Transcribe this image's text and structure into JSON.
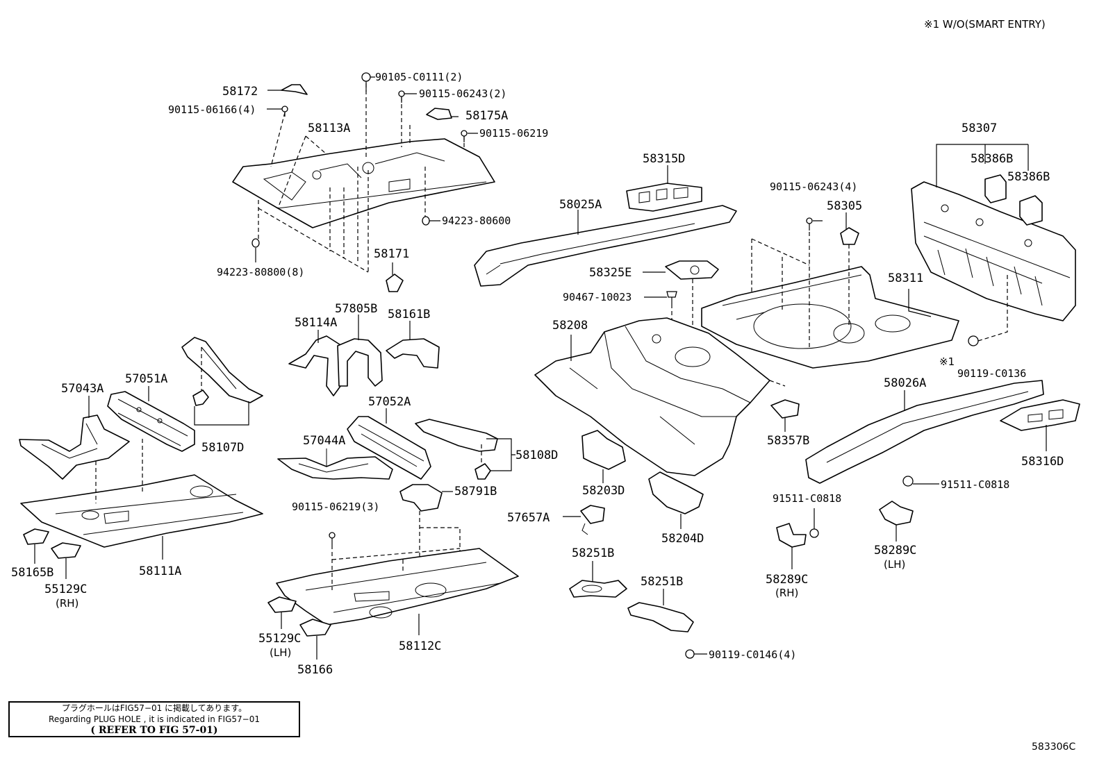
{
  "header_note": "※1 W/O(SMART ENTRY)",
  "figure_code": "583306C",
  "note": {
    "line_jp": "プラグホールはFIG57−01 に掲載してあります。",
    "line_en": "Regarding PLUG HOLE , it is indicated in FIG57−01",
    "reference": "( REFER TO FIG 57-01)"
  },
  "labels": {
    "p58172": "58172",
    "p90115_06166": "90115-06166(4)",
    "p90105_C0111": "90105-C0111(2)",
    "p90115_06243_2": "90115-06243(2)",
    "p58175A": "58175A",
    "p58113A": "58113A",
    "p90115_06219": "90115-06219",
    "p94223_80600": "94223-80600",
    "p94223_80800": "94223-80800(8)",
    "p58171": "58171",
    "p58315D": "58315D",
    "p58025A": "58025A",
    "p90115_06243_4": "90115-06243(4)",
    "p58305": "58305",
    "p58307": "58307",
    "p58386B_1": "58386B",
    "p58386B_2": "58386B",
    "p58325E": "58325E",
    "p90467_10023": "90467-10023",
    "p58311": "58311",
    "p58208": "58208",
    "p58114A": "58114A",
    "p57805B": "57805B",
    "p58161B": "58161B",
    "p57043A": "57043A",
    "p57051A": "57051A",
    "p58107D": "58107D",
    "p57052A": "57052A",
    "p57044A": "57044A",
    "p58108D": "58108D",
    "p58791B": "58791B",
    "p90115_06219_3": "90115-06219(3)",
    "p58203D": "58203D",
    "p57657A": "57657A",
    "p58204D": "58204D",
    "p58357B": "58357B",
    "p_note1": "※1",
    "p90119_C0136": "90119-C0136",
    "p58026A": "58026A",
    "p58316D": "58316D",
    "p91511_C0818_a": "91511-C0818",
    "p91511_C0818_b": "91511-C0818",
    "p58289C_rh": "58289C",
    "p58289C_lh": "58289C",
    "rh_a": "(RH)",
    "lh_a": "(LH)",
    "p58251B_1": "58251B",
    "p58251B_2": "58251B",
    "p90119_C0146": "90119-C0146(4)",
    "p58111A": "58111A",
    "p58165B": "58165B",
    "p55129C_rh": "55129C",
    "rh_b": "(RH)",
    "p55129C_lh": "55129C",
    "lh_b": "(LH)",
    "p58166": "58166",
    "p58112C": "58112C"
  }
}
